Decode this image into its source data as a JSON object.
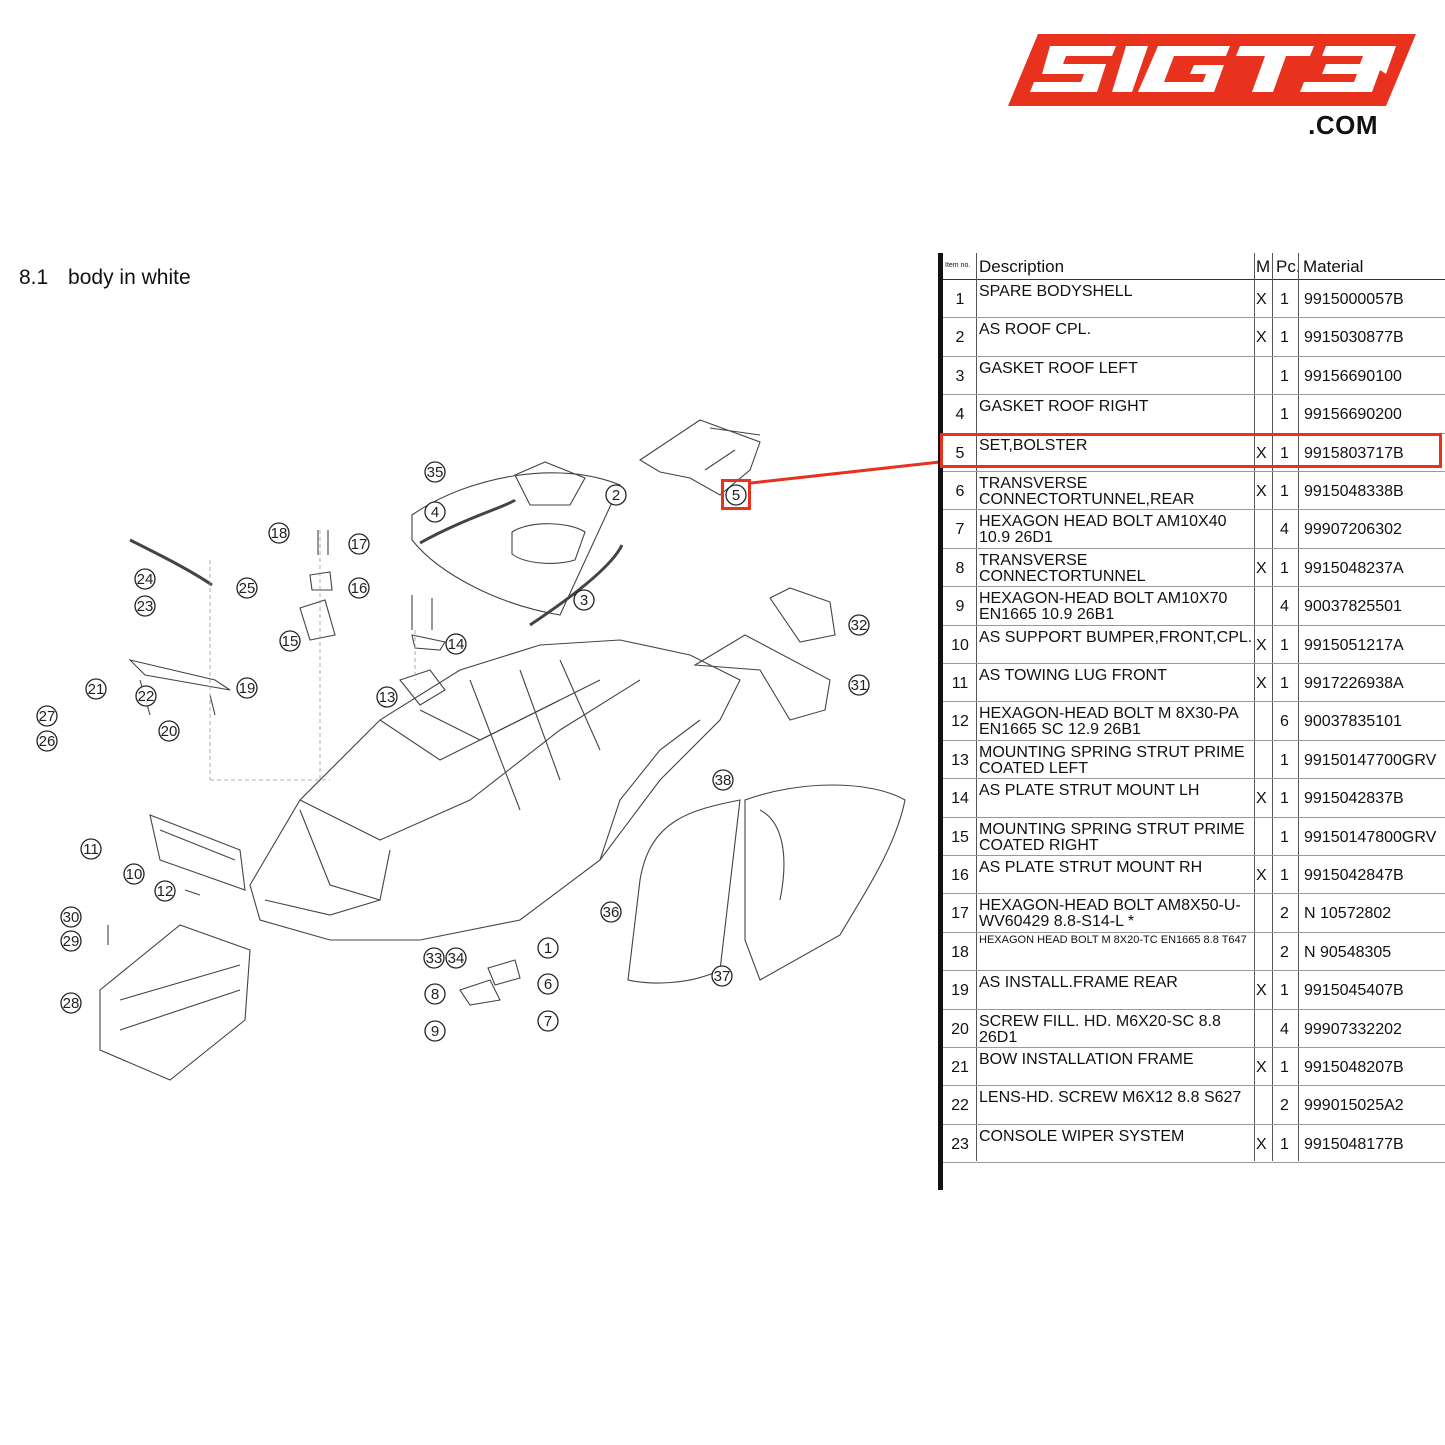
{
  "logo": {
    "brand": "SIGT3",
    "suffix": ".COM",
    "color": "#e8321e"
  },
  "section": {
    "number": "8.1",
    "title": "body in white"
  },
  "accent_color": "#e8321e",
  "table": {
    "headers": {
      "item": "Item no.",
      "description": "Description",
      "m": "M",
      "pc": "Pc.",
      "material": "Material"
    },
    "rows": [
      {
        "item": "1",
        "desc": "SPARE BODYSHELL",
        "m": "X",
        "pc": "1",
        "material": "9915000057B"
      },
      {
        "item": "2",
        "desc": "AS ROOF CPL.",
        "m": "X",
        "pc": "1",
        "material": "9915030877B"
      },
      {
        "item": "3",
        "desc": "GASKET ROOF LEFT",
        "m": "",
        "pc": "1",
        "material": "99156690100"
      },
      {
        "item": "4",
        "desc": "GASKET ROOF RIGHT",
        "m": "",
        "pc": "1",
        "material": "99156690200"
      },
      {
        "item": "5",
        "desc": "SET,BOLSTER",
        "m": "X",
        "pc": "1",
        "material": "9915803717B"
      },
      {
        "item": "6",
        "desc": "TRANSVERSE CONNECTORTUNNEL,REAR",
        "m": "X",
        "pc": "1",
        "material": "9915048338B"
      },
      {
        "item": "7",
        "desc": "HEXAGON HEAD BOLT AM10X40 10.9 26D1",
        "m": "",
        "pc": "4",
        "material": "99907206302"
      },
      {
        "item": "8",
        "desc": "TRANSVERSE CONNECTORTUNNEL",
        "m": "X",
        "pc": "1",
        "material": "9915048237A"
      },
      {
        "item": "9",
        "desc": "HEXAGON-HEAD BOLT AM10X70 EN1665 10.9 26B1",
        "m": "",
        "pc": "4",
        "material": "90037825501"
      },
      {
        "item": "10",
        "desc": "AS SUPPORT BUMPER,FRONT,CPL.",
        "m": "X",
        "pc": "1",
        "material": "9915051217A"
      },
      {
        "item": "11",
        "desc": "AS TOWING LUG FRONT",
        "m": "X",
        "pc": "1",
        "material": "9917226938A"
      },
      {
        "item": "12",
        "desc": "HEXAGON-HEAD BOLT M 8X30-PA EN1665 SC 12.9 26B1",
        "m": "",
        "pc": "6",
        "material": "90037835101"
      },
      {
        "item": "13",
        "desc": "MOUNTING SPRING STRUT PRIME COATED LEFT",
        "m": "",
        "pc": "1",
        "material": "99150147700GRV"
      },
      {
        "item": "14",
        "desc": "AS PLATE STRUT MOUNT LH",
        "m": "X",
        "pc": "1",
        "material": "9915042837B"
      },
      {
        "item": "15",
        "desc": "MOUNTING SPRING STRUT PRIME COATED RIGHT",
        "m": "",
        "pc": "1",
        "material": "99150147800GRV"
      },
      {
        "item": "16",
        "desc": "AS PLATE STRUT MOUNT RH",
        "m": "X",
        "pc": "1",
        "material": "9915042847B"
      },
      {
        "item": "17",
        "desc": "HEXAGON-HEAD BOLT AM8X50-U-WV60429 8.8-S14-L *",
        "m": "",
        "pc": "2",
        "material": "N  10572802"
      },
      {
        "item": "18",
        "desc": "HEXAGON HEAD BOLT M 8X20-TC EN1665 8.8 T647",
        "m": "",
        "pc": "2",
        "material": "N  90548305",
        "small": true
      },
      {
        "item": "19",
        "desc": "AS INSTALL.FRAME REAR",
        "m": "X",
        "pc": "1",
        "material": "9915045407B"
      },
      {
        "item": "20",
        "desc": "SCREW FILL. HD. M6X20-SC 8.8 26D1",
        "m": "",
        "pc": "4",
        "material": "99907332202"
      },
      {
        "item": "21",
        "desc": "BOW INSTALLATION FRAME",
        "m": "X",
        "pc": "1",
        "material": "9915048207B"
      },
      {
        "item": "22",
        "desc": "LENS-HD. SCREW M6X12 8.8 S627",
        "m": "",
        "pc": "2",
        "material": "999015025A2"
      },
      {
        "item": "23",
        "desc": "CONSOLE WIPER SYSTEM",
        "m": "X",
        "pc": "1",
        "material": "9915048177B"
      }
    ]
  },
  "callouts": [
    "1",
    "2",
    "3",
    "4",
    "5",
    "6",
    "7",
    "8",
    "9",
    "10",
    "11",
    "12",
    "13",
    "14",
    "15",
    "16",
    "17",
    "18",
    "19",
    "20",
    "21",
    "22",
    "23",
    "24",
    "25",
    "26",
    "27",
    "28",
    "29",
    "30",
    "31",
    "32",
    "33",
    "34",
    "35",
    "36",
    "37",
    "38"
  ]
}
